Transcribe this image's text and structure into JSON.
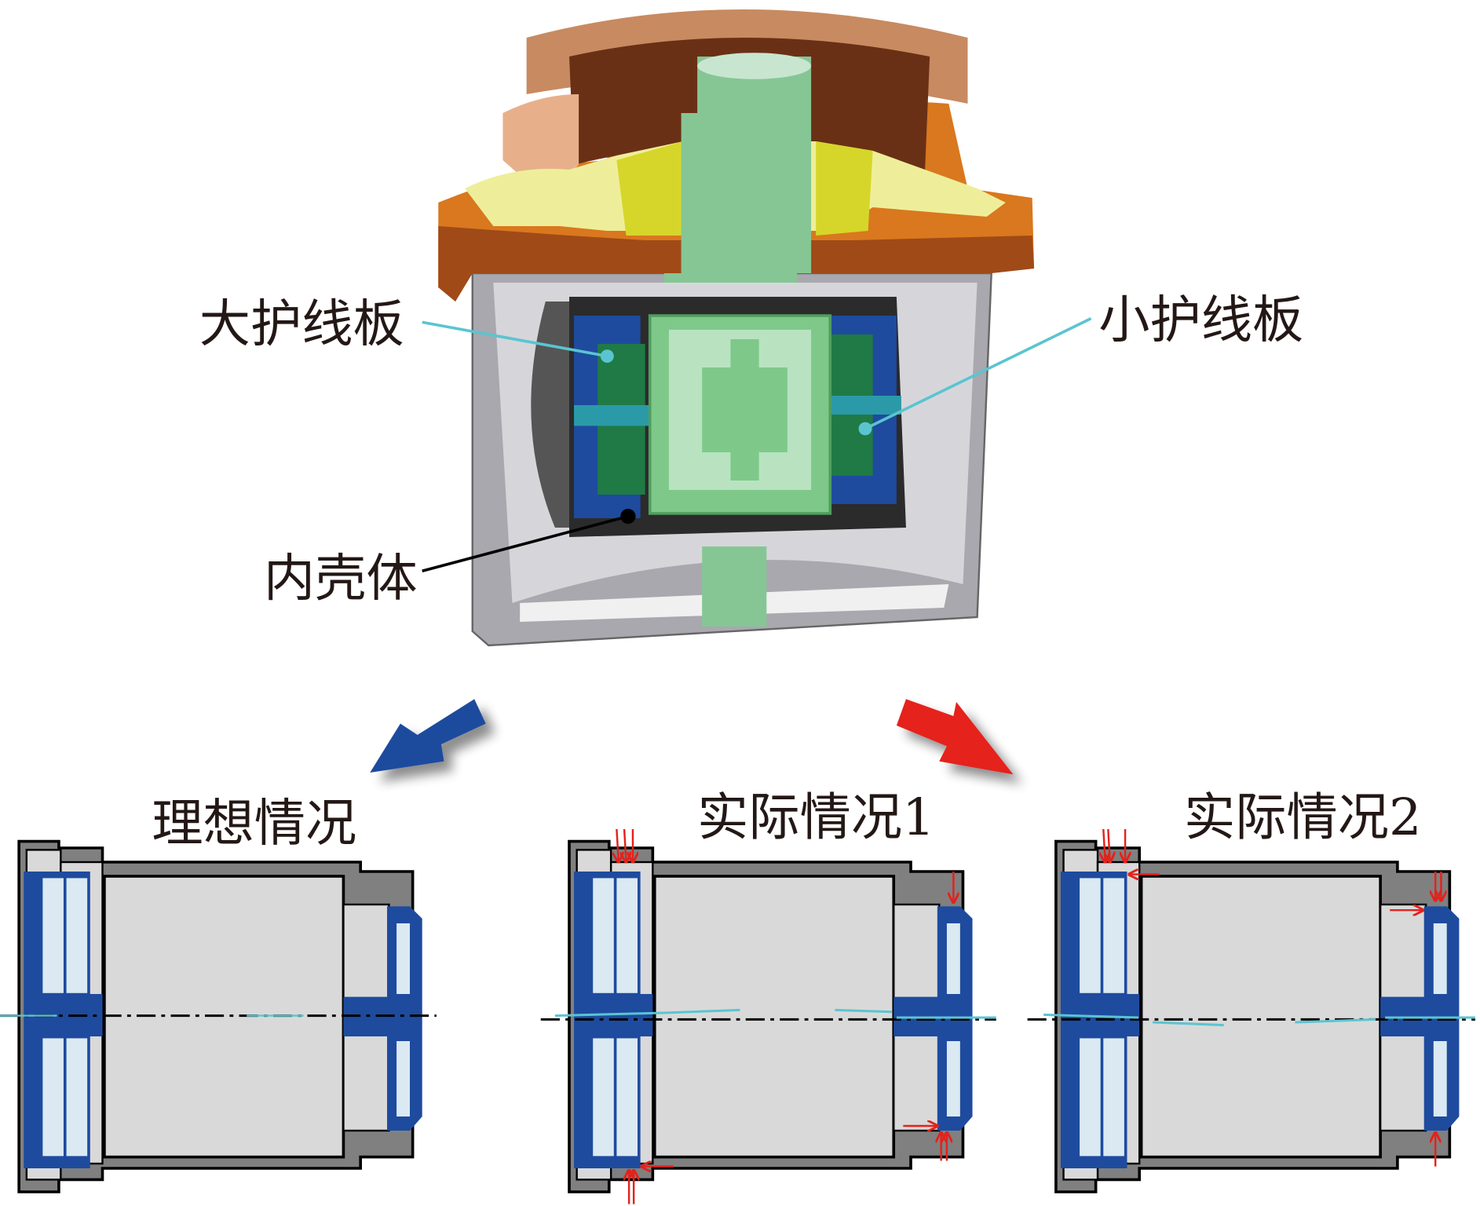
{
  "labels": {
    "large_board": "大护线板",
    "small_board": "小护线板",
    "inner_shell": "内壳体"
  },
  "cases": {
    "ideal": "理想情况",
    "actual1": "实际情况1",
    "actual2": "实际情况2"
  },
  "colors": {
    "housing": "#808080",
    "housing_light": "#d9d9d9",
    "board_blue": "#1e4b9e",
    "board_light": "#dbe9f2",
    "core_green": "#7ec98a",
    "cap_brown": "#9c4a1e",
    "cap_yellow": "#eeee9a",
    "arrow_blue": "#1e4b9e",
    "arrow_red": "#e5211b",
    "axis_cyan": "#5bc4d1"
  }
}
